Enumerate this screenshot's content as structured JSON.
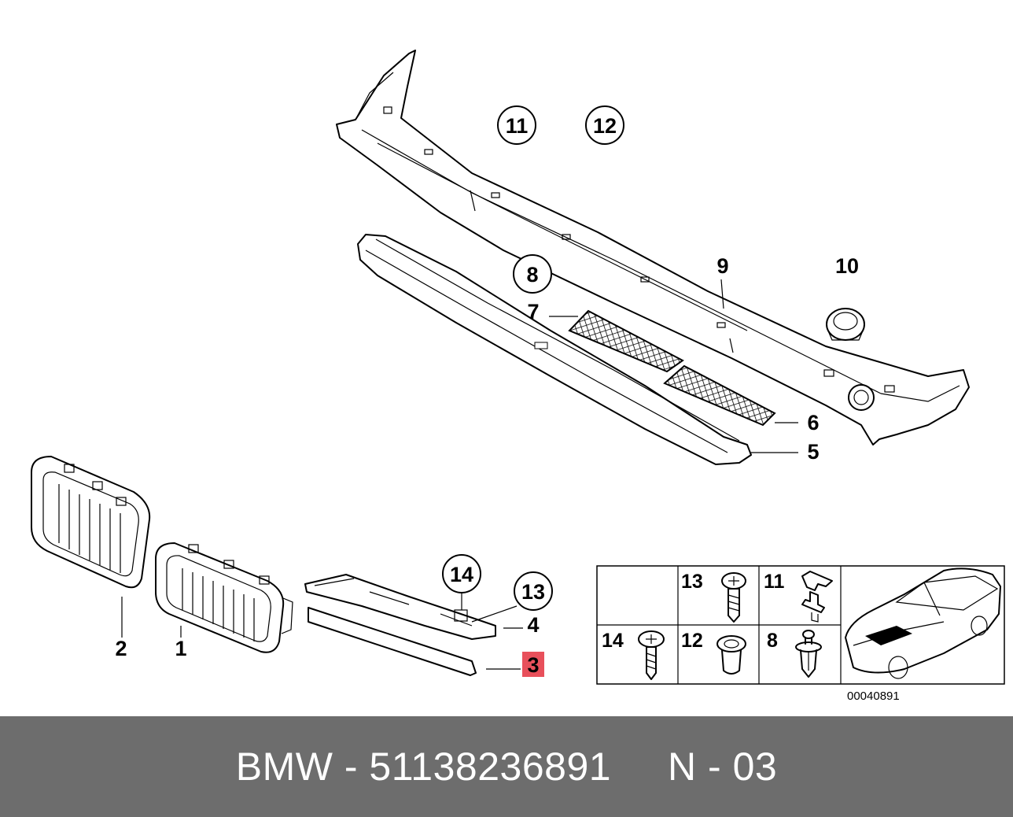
{
  "diagram": {
    "labels": {
      "p1": "1",
      "p2": "2",
      "p3": "3",
      "p4": "4",
      "p5": "5",
      "p6": "6",
      "p7": "7",
      "p8": "8",
      "p9": "9",
      "p10": "10",
      "p11": "11",
      "p12": "12",
      "p13": "13",
      "p14": "14"
    },
    "legend": {
      "c13": "13",
      "c11": "11",
      "c14": "14",
      "c12": "12",
      "c8": "8"
    },
    "diagram_number": "00040891",
    "highlight_color": "#e8505b"
  },
  "footer": {
    "text": "BMW - 51138236891     N - 03",
    "background": "#6d6d6d"
  }
}
